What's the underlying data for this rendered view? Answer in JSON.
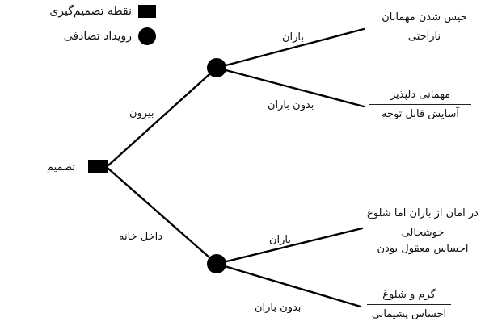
{
  "legend": {
    "decision": {
      "icon": "decision-square-icon",
      "label": "نقطه تصمیم‌گیری"
    },
    "chance": {
      "icon": "chance-circle-icon",
      "label": "رویداد تصادفی"
    }
  },
  "root": {
    "label": "تصمیم"
  },
  "branches": {
    "outside": {
      "label": "بیرون"
    },
    "inside": {
      "label": "داخل خانه"
    }
  },
  "chance_nodes": {
    "outside": {
      "rain": {
        "label": "باران",
        "outcome_title": "خیس شدن مهمانان",
        "outcome_lines": [
          "ناراحتی"
        ]
      },
      "no_rain": {
        "label": "بدون باران",
        "outcome_title": "مهمانی دلپذیر",
        "outcome_lines": [
          "آسایش قابل توجه"
        ]
      }
    },
    "inside": {
      "rain": {
        "label": "باران",
        "outcome_title": "در امان از باران اما شلوغ",
        "outcome_lines": [
          "خوشحالی",
          "احساس معقول بودن"
        ]
      },
      "no_rain": {
        "label": "بدون باران",
        "outcome_title": "گرم و شلوغ",
        "outcome_lines": [
          "احساس پشیمانی"
        ]
      }
    }
  },
  "colors": {
    "line": "#000000",
    "background": "#ffffff"
  }
}
